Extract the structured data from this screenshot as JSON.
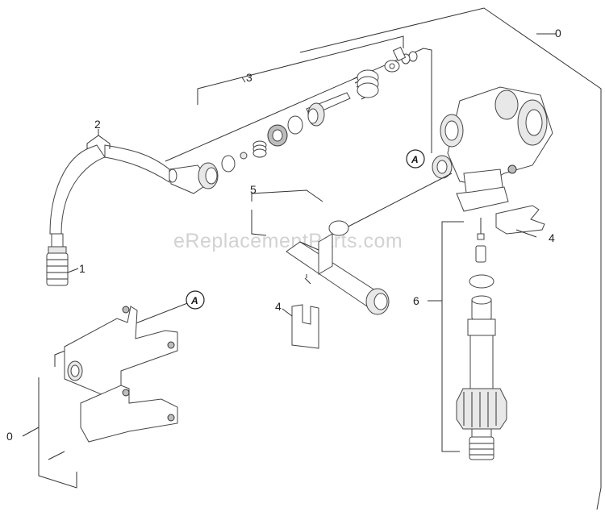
{
  "watermark": "eReplacementParts.com",
  "reference_letter": "A",
  "callouts": {
    "assembly_0_right": "0",
    "assembly_0_left": "0",
    "strainer_1": "1",
    "hose_2": "2",
    "valve_kit_3": "3",
    "bracket_4_right": "4",
    "bracket_4_left": "4",
    "tube_5": "5",
    "filter_6": "6"
  },
  "colors": {
    "line": "#333333",
    "part_fill": "#ffffff",
    "shade_light": "#e8e8e8",
    "shade_dark": "#bdbdbd",
    "watermark": "#d2d2d2"
  }
}
